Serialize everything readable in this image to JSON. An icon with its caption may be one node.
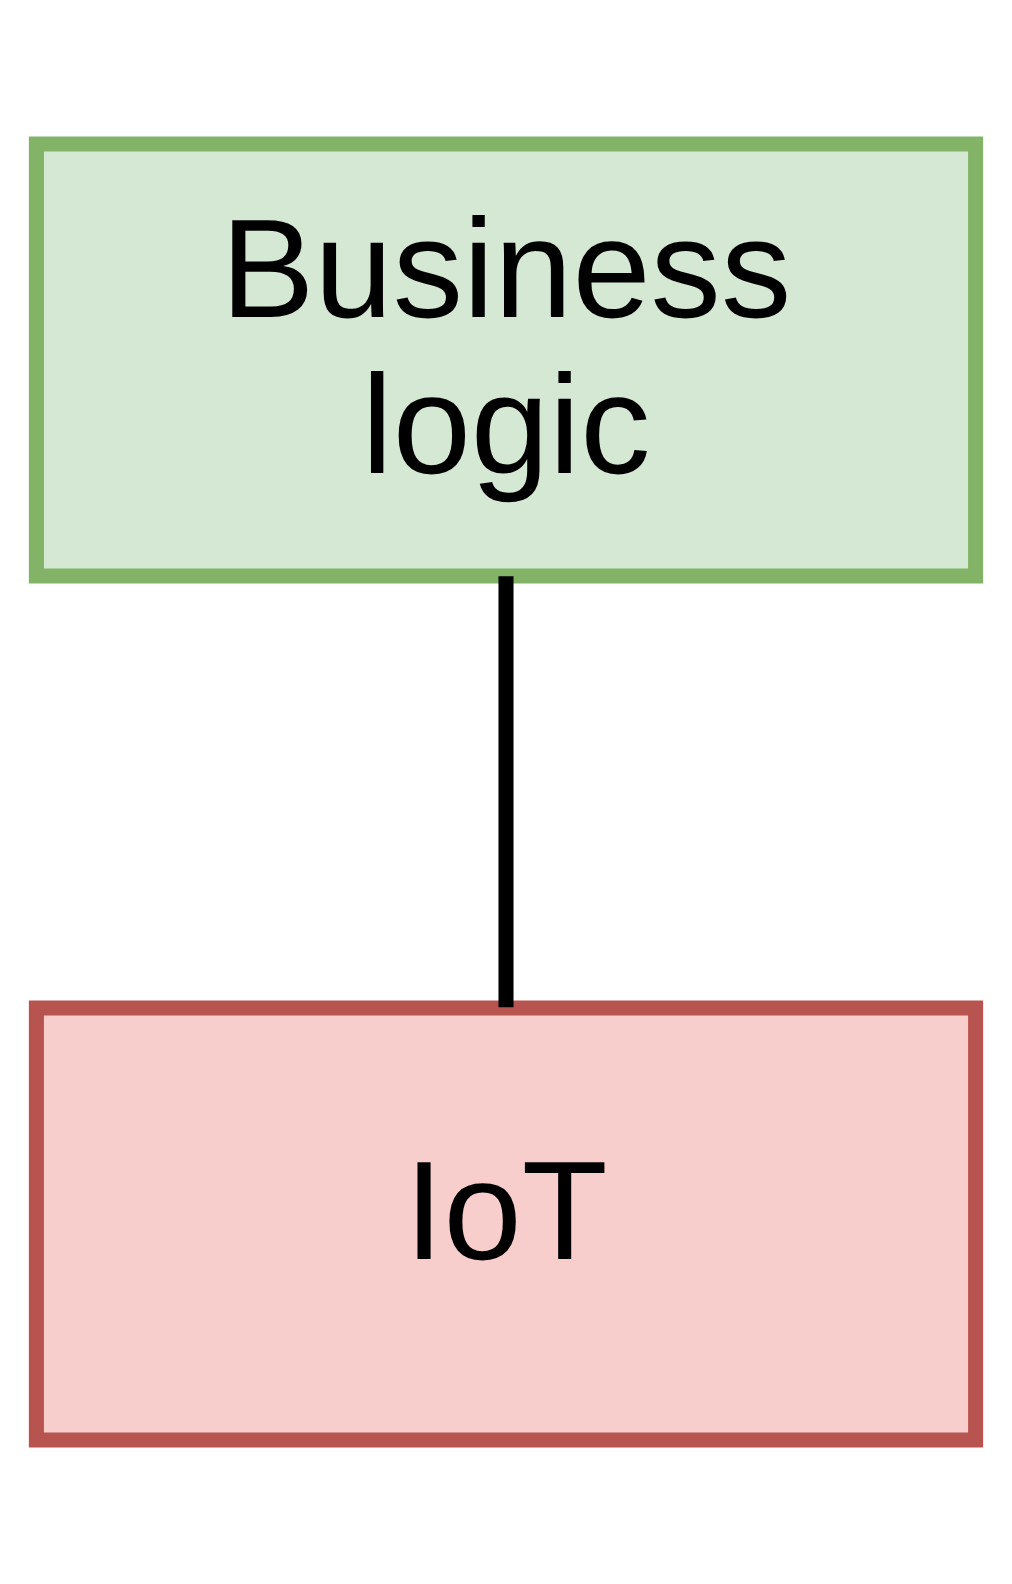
{
  "diagram": {
    "nodes": [
      {
        "text": [
          "Business logic"
        ]
      },
      {
        "text": [
          "IoT"
        ]
      }
    ],
    "edges": [
      {
        "from": 0,
        "to": 1,
        "arrow": "none"
      }
    ]
  }
}
